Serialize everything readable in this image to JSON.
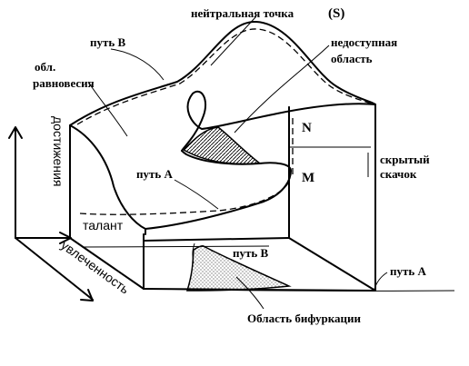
{
  "labels": {
    "neutral_point": "нейтральная точка",
    "neutral_point_symbol": "(S)",
    "path_b_top": "путь B",
    "inaccessible_line1": "недоступная",
    "inaccessible_line2": "область",
    "equilibrium_line1": "обл.",
    "equilibrium_line2": "равновесия",
    "n_mark": "N",
    "m_mark": "M",
    "path_a_mid": "путь А",
    "hidden_jump_line1": "скрытый",
    "hidden_jump_line2": "скачок",
    "talent": "талант",
    "path_b_bottom": "путь B",
    "path_a_right": "путь А",
    "bifurcation": "Область бифуркации",
    "axis_achievements": "достижения",
    "axis_passion": "увлеченность"
  }
}
